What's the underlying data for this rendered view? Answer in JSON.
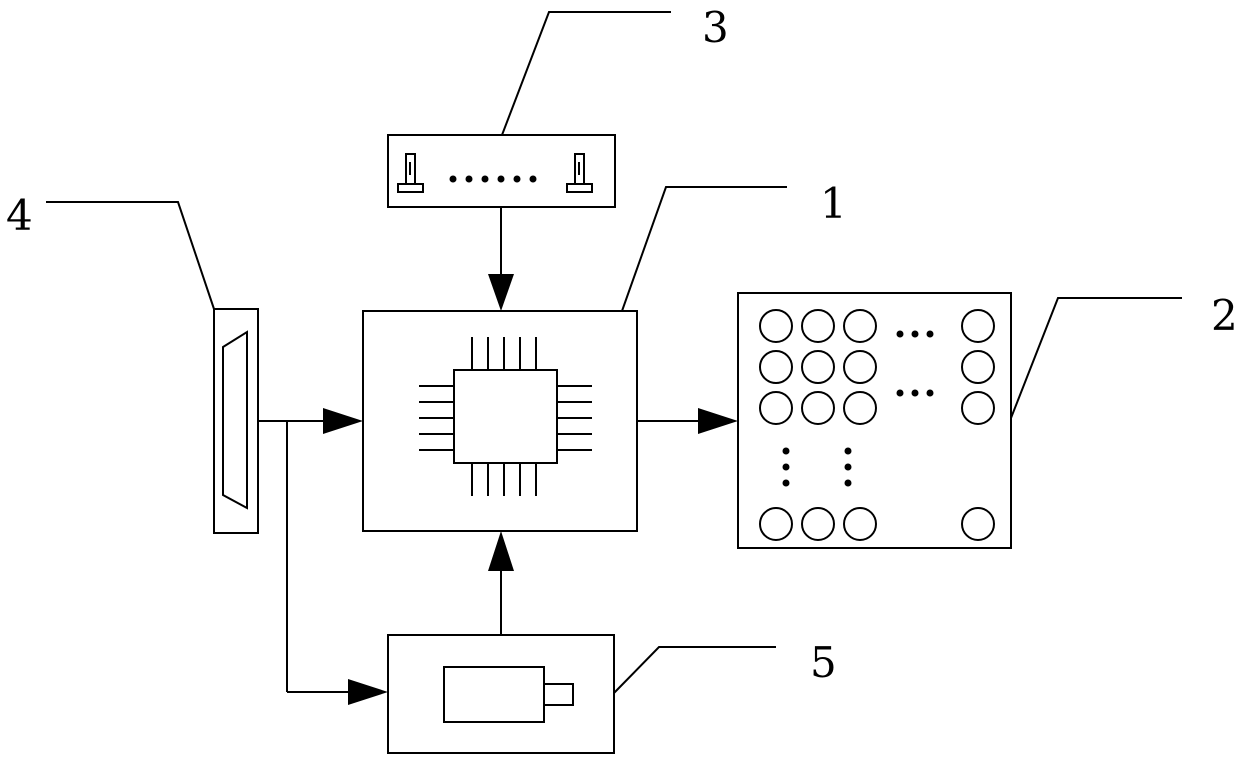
{
  "labels": {
    "controller": "1",
    "led_matrix": "2",
    "buttons": "3",
    "connector": "4",
    "power_module": "5"
  }
}
